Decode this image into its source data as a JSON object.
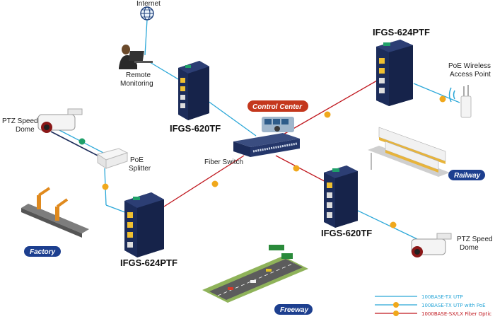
{
  "labels": {
    "internet": "Internet",
    "remote_monitoring_1": "Remote",
    "remote_monitoring_2": "Monitoring",
    "ptz_left_1": "PTZ Speed",
    "ptz_left_2": "Dome",
    "poe_splitter_1": "PoE",
    "poe_splitter_2": "Splitter",
    "fiber_switch": "Fiber Switch",
    "poe_ap_1": "PoE Wireless",
    "poe_ap_2": "Access Point",
    "ptz_right_1": "PTZ Speed",
    "ptz_right_2": "Dome"
  },
  "models": {
    "top_left": "IFGS-620TF",
    "top_right": "IFGS-624PTF",
    "bottom_left": "IFGS-624PTF",
    "bottom_right": "IFGS-620TF"
  },
  "badges": {
    "control_center": "Control Center",
    "railway": "Railway",
    "factory": "Factory",
    "freeway": "Freeway"
  },
  "legend": [
    {
      "text": "100BASE-TX UTP",
      "color": "#2aa7d8",
      "marker": false
    },
    {
      "text": "100BASE-TX UTP with PoE",
      "color": "#2aa7d8",
      "marker": true
    },
    {
      "text": "1000BASE-SX/LX Fiber Optic",
      "color": "#c0181f",
      "marker": true
    }
  ],
  "colors": {
    "utp": "#2aa7d8",
    "fiber": "#c0181f",
    "poe_marker": "#f0a81c",
    "badge_red": "#c4371d",
    "badge_blue": "#1d3f8f",
    "switch_body": "#1c2c5a"
  }
}
